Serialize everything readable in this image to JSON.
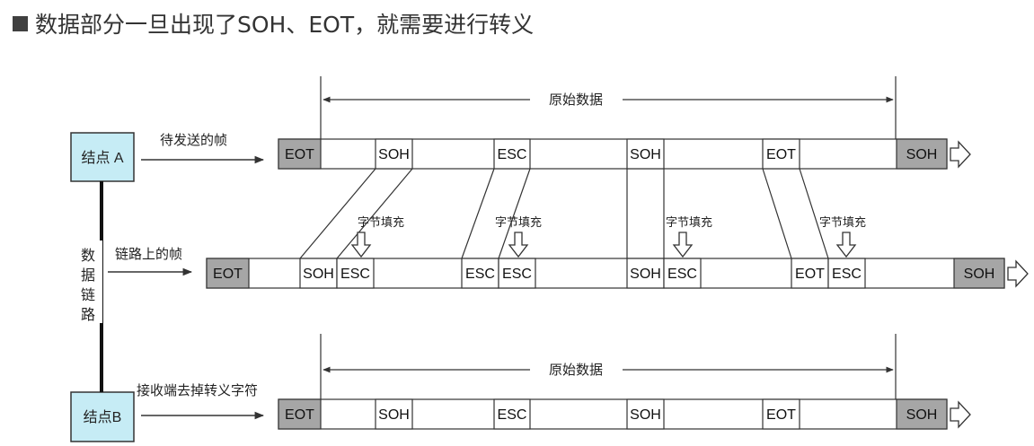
{
  "title": "数据部分一旦出现了SOH、EOT，就需要进行转义",
  "nodes": {
    "a": "结点 A",
    "b": "结点B"
  },
  "side_label": [
    "数",
    "据",
    "链",
    "路"
  ],
  "labels": {
    "frame_to_send": "待发送的帧",
    "frame_on_link": "链路上的帧",
    "receiver_removes": "接收端去掉转义字符",
    "original_data": "原始数据",
    "byte_stuffing": "字节填充"
  },
  "frames": {
    "top": [
      "EOT",
      "SOH",
      "ESC",
      "SOH",
      "EOT",
      "SOH"
    ],
    "middle": [
      "EOT",
      "SOH",
      "ESC",
      "ESC",
      "ESC",
      "SOH",
      "ESC",
      "EOT",
      "ESC",
      "SOH"
    ],
    "bottom": [
      "EOT",
      "SOH",
      "ESC",
      "SOH",
      "EOT",
      "SOH"
    ]
  },
  "colors": {
    "node_fill": "#c6ecf5",
    "delimiter_fill": "#a6a6a6",
    "line": "#333333"
  }
}
